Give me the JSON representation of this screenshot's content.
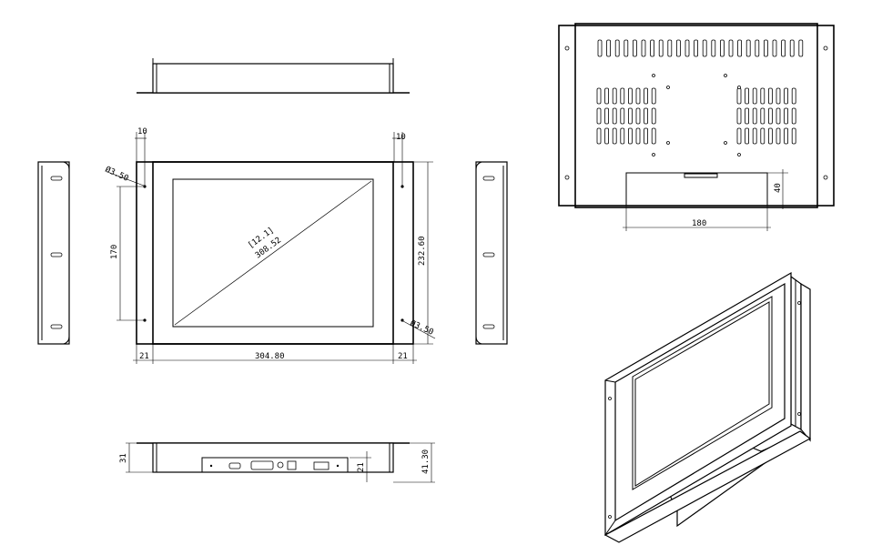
{
  "dimensions": {
    "top_margin_left": "10",
    "top_margin_right": "10",
    "hole_dia_top": "Ø3.50",
    "hole_dia_bottom": "Ø3.50",
    "hole_spacing": "170",
    "overall_height": "232.60",
    "diagonal_inch": "[12.1]",
    "diagonal_mm": "308.52",
    "bracket_left": "21",
    "front_width": "304.80",
    "bracket_right": "21",
    "side_depth": "31",
    "io_depth": "21",
    "overall_depth": "41.30",
    "io_panel_width": "180",
    "io_panel_height": "40"
  }
}
